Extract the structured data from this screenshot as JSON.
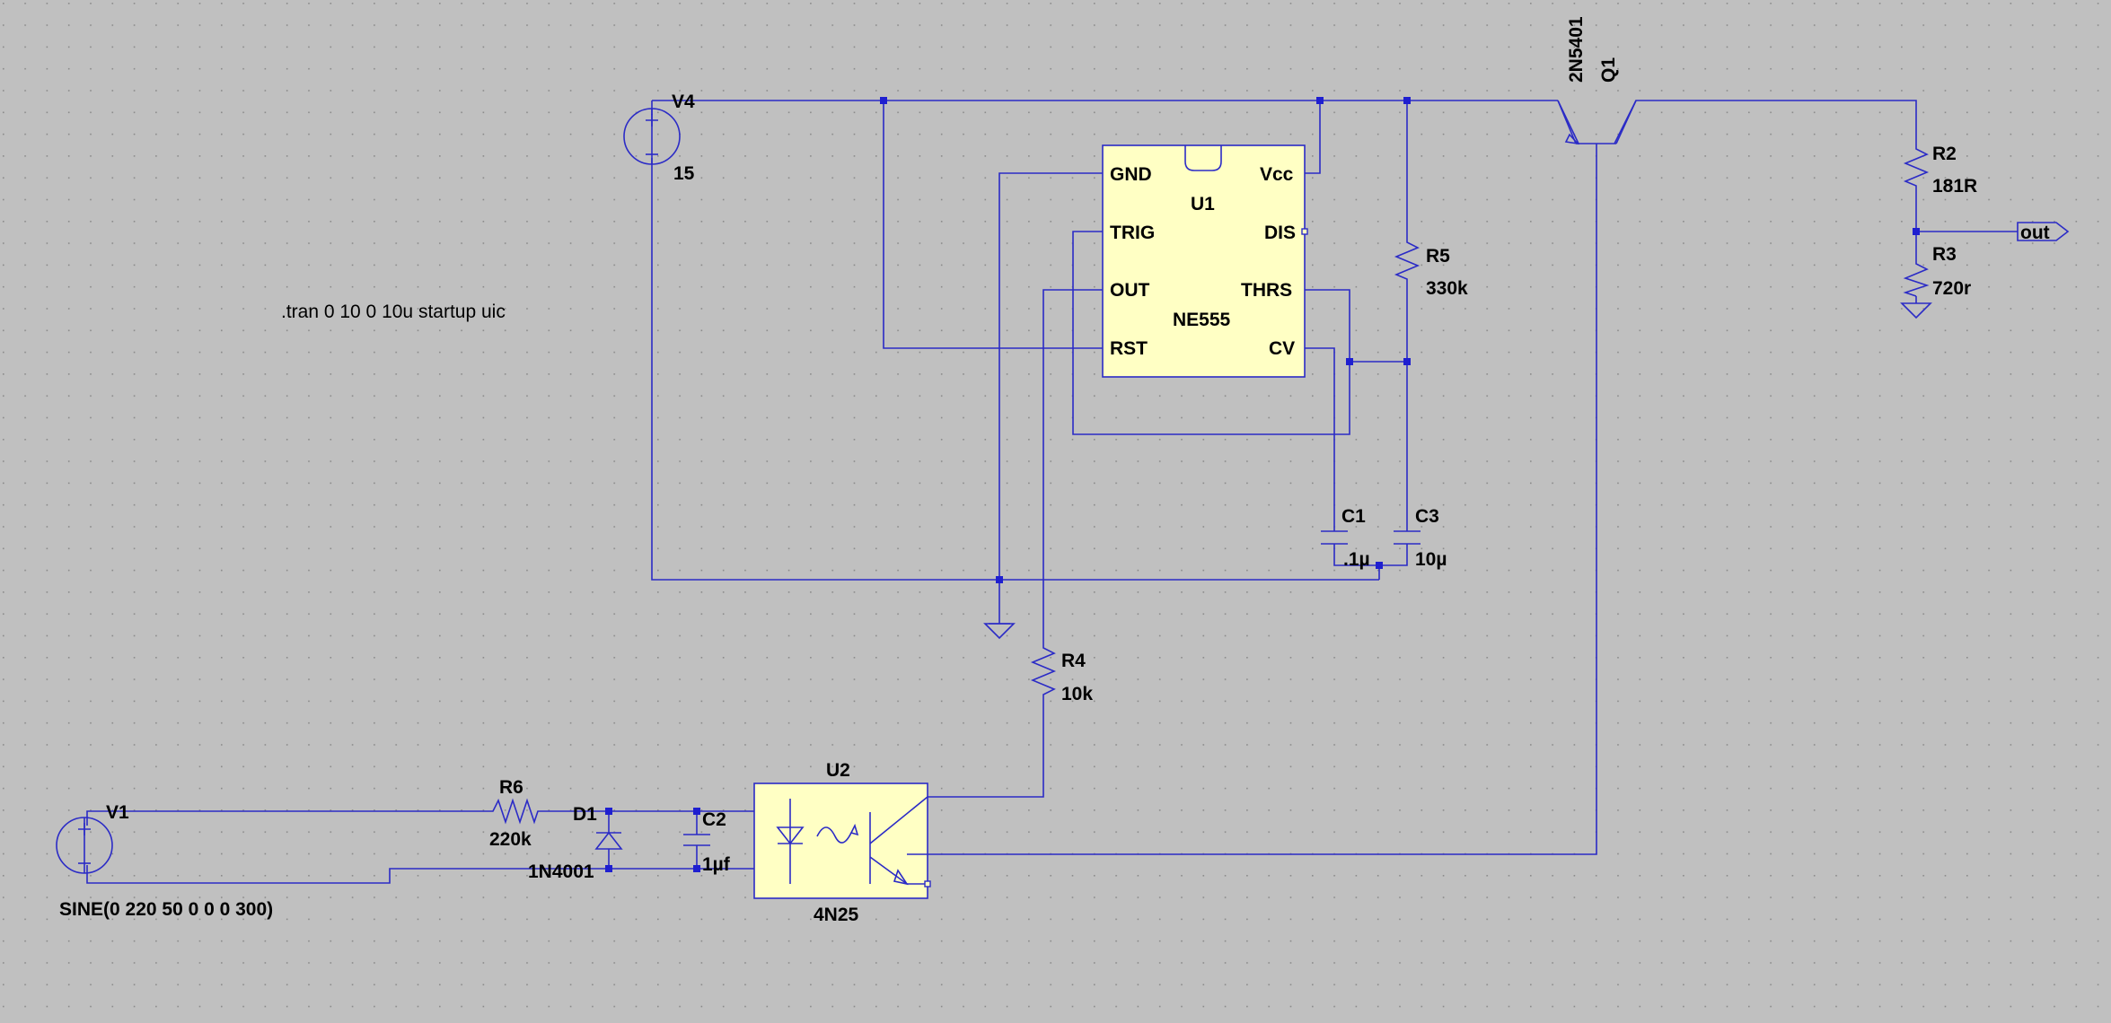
{
  "directive": ".tran 0 10 0 10u startup uic",
  "components": {
    "V4": {
      "ref": "V4",
      "value": "15"
    },
    "V1": {
      "ref": "V1",
      "value": "SINE(0 220 50 0 0 0 300)"
    },
    "U1": {
      "ref": "U1",
      "model": "NE555",
      "pins": {
        "gnd": "GND",
        "vcc": "Vcc",
        "trig": "TRIG",
        "dis": "DIS",
        "out": "OUT",
        "thrs": "THRS",
        "rst": "RST",
        "cv": "CV"
      }
    },
    "U2": {
      "ref": "U2",
      "model": "4N25"
    },
    "Q1": {
      "ref": "Q1",
      "model": "2N5401"
    },
    "R2": {
      "ref": "R2",
      "value": "181R"
    },
    "R3": {
      "ref": "R3",
      "value": "720r"
    },
    "R4": {
      "ref": "R4",
      "value": "10k"
    },
    "R5": {
      "ref": "R5",
      "value": "330k"
    },
    "R6": {
      "ref": "R6",
      "value": "220k"
    },
    "C1": {
      "ref": "C1",
      "value": ".1µ"
    },
    "C2": {
      "ref": "C2",
      "value": "1µf"
    },
    "C3": {
      "ref": "C3",
      "value": "10µ"
    },
    "D1": {
      "ref": "D1",
      "model": "1N4001"
    }
  },
  "net_labels": {
    "out": "out"
  },
  "colors": {
    "background": "#c0c0c0",
    "grid_dot": "#8a8a8a",
    "wire": "#2b2bc6",
    "ic_fill": "#ffffc4",
    "junction": "#1f1fd0"
  }
}
